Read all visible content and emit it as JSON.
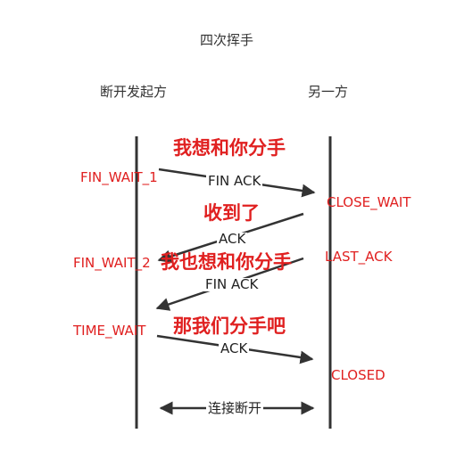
{
  "title": "四次挥手",
  "left_party": "断开发起方",
  "right_party": "另一方",
  "left_states": [
    "FIN_WAIT_1",
    "FIN_WAIT_2",
    "TIME_WAIT"
  ],
  "right_states": [
    "CLOSE_WAIT",
    "LAST_ACK",
    "CLOSED"
  ],
  "messages": [
    "FIN ACK",
    "ACK",
    "FIN ACK",
    "ACK"
  ],
  "speech": [
    "我想和你分手",
    "收到了",
    "我也想和你分手",
    "那我们分手吧"
  ],
  "footer": "连接断开",
  "colors": {
    "accent": "#e02020",
    "line": "#333333",
    "text": "#333333"
  }
}
